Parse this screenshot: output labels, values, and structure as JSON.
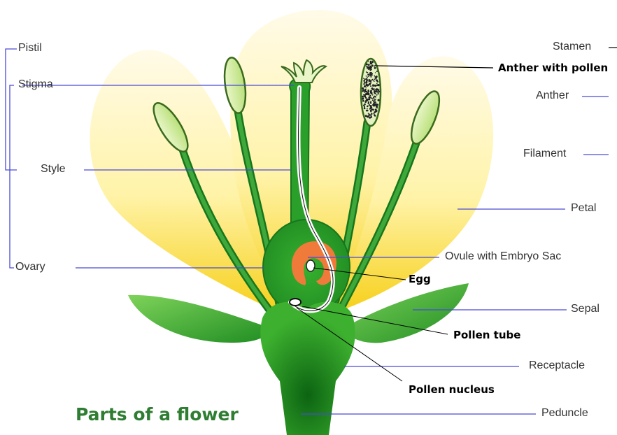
{
  "title": "Parts of a flower",
  "labels": {
    "pistil": "Pistil",
    "stigma": "Stigma",
    "style": "Style",
    "ovary": "Ovary",
    "stamen": "Stamen",
    "anther_with_pollen": "Anther with pollen",
    "anther": "Anther",
    "filament": "Filament",
    "petal": "Petal",
    "ovule": "Ovule with Embryo Sac",
    "egg": "Egg",
    "sepal": "Sepal",
    "pollen_tube": "Pollen tube",
    "receptacle": "Receptacle",
    "pollen_nucleus": "Pollen nucleus",
    "peduncle": "Peduncle"
  },
  "colors": {
    "petal_top": "#fffbe8",
    "petal_mid": "#fff3a8",
    "petal_bottom": "#f6cf16",
    "green_dark": "#11741a",
    "green": "#2a9f2a",
    "green_light": "#5fc23e",
    "leader_line": "#4a4ad6",
    "title": "#2f7d32",
    "ovule": "#f07a3a"
  }
}
